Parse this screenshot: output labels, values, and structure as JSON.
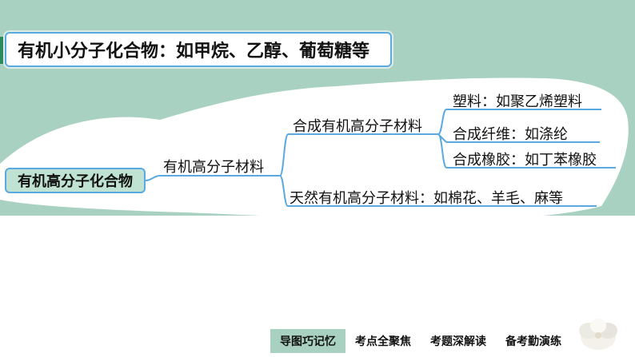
{
  "header": {
    "title": "有机小分子化合物：如甲烷、乙醇、葡萄糖等"
  },
  "diagram": {
    "root": "有机高分子化合物",
    "level1": "有机高分子材料",
    "synthetic": "合成有机高分子材料",
    "natural": "天然有机高分子材料：如棉花、羊毛、麻等",
    "plastic": "塑料：如聚乙烯塑料",
    "fiber": "合成纤维：如涤纶",
    "rubber": "合成橡胶：如丁苯橡胶"
  },
  "nav": {
    "items": [
      "导图巧记忆",
      "考点全聚焦",
      "考题深解读",
      "备考勤演练"
    ]
  },
  "colors": {
    "band": "#a9d1c1",
    "line": "#5aa9e0",
    "root_fill": "#bfe2d3"
  }
}
